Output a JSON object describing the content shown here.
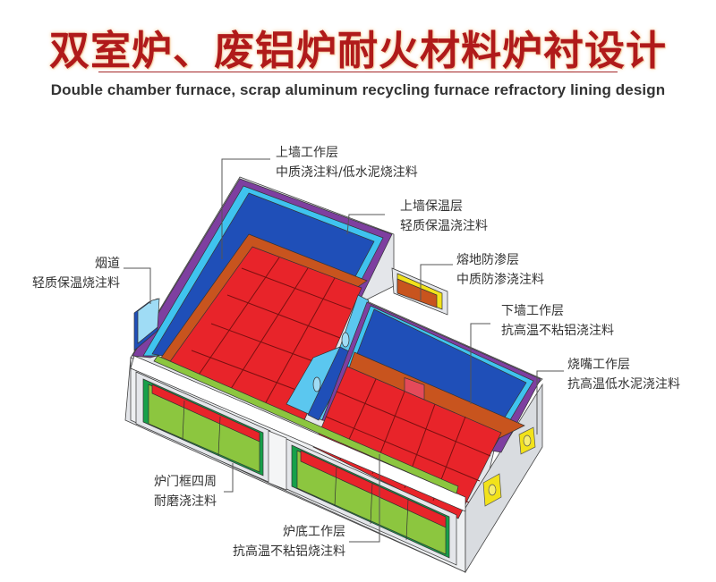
{
  "header": {
    "title": "双室炉、废铝炉耐火材料炉衬设计",
    "subtitle": "Double chamber furnace, scrap aluminum recycling furnace refractory lining design"
  },
  "colors": {
    "title_red": "#b01a1a",
    "floor_red": "#e8242a",
    "working_blue": "#1f4fb8",
    "insulation_purple": "#7e3fa0",
    "light_blue": "#3fc3ef",
    "orange_band": "#c8541e",
    "door_green": "#8cc63f",
    "burner_yellow": "#f2e21a",
    "shell_gray": "#e4e6ea"
  },
  "callouts": [
    {
      "id": "upper-wall-working",
      "line1": "上墙工作层",
      "line2": "中质浇注料/低水泥烧注料"
    },
    {
      "id": "upper-wall-insulation",
      "line1": "上墙保温层",
      "line2": "轻质保温浇注料"
    },
    {
      "id": "flue",
      "line1": "烟道",
      "line2": "轻质保温烧注料"
    },
    {
      "id": "melting-seepage",
      "line1": "熔地防渗层",
      "line2": "中质防渗浇注料"
    },
    {
      "id": "lower-wall-working",
      "line1": "下墙工作层",
      "line2": "抗高温不粘铝浇注料"
    },
    {
      "id": "burner-working",
      "line1": "烧嘴工作层",
      "line2": "抗高温低水泥浇注料"
    },
    {
      "id": "door-frame",
      "line1": "炉门框四周",
      "line2": "耐磨浇注料"
    },
    {
      "id": "hearth-working",
      "line1": "炉底工作层",
      "line2": "抗高温不粘铝烧注料"
    }
  ]
}
